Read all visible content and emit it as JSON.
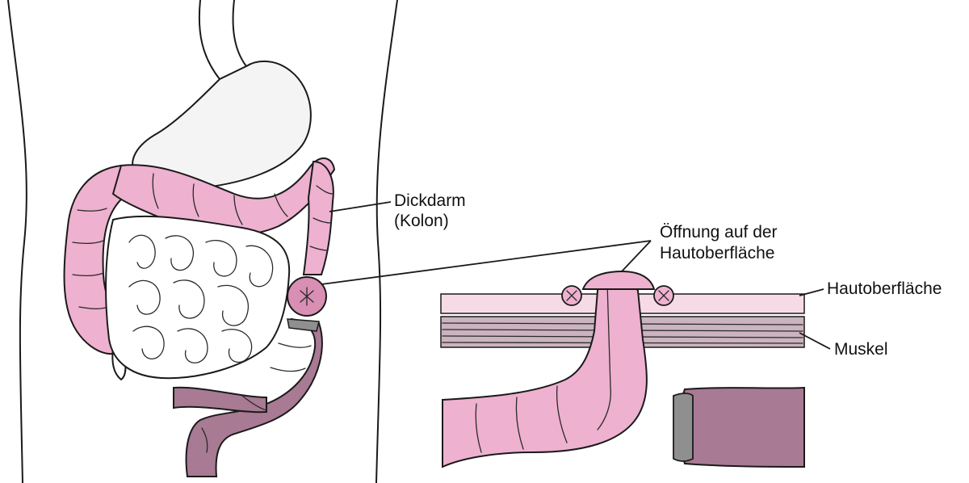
{
  "labels": {
    "colon_line1": "Dickdarm",
    "colon_line2": "(Kolon)",
    "opening_line1": "Öffnung auf der",
    "opening_line2": "Hautoberfläche",
    "skin_surface": "Hautoberfläche",
    "muscle": "Muskel"
  },
  "colors": {
    "colon": "#eeb1cf",
    "rectum": "#a87a93",
    "skin_layer": "#f6dbe7",
    "muscle_layer": "#cbb3bf",
    "outline": "#1a1a1a"
  }
}
